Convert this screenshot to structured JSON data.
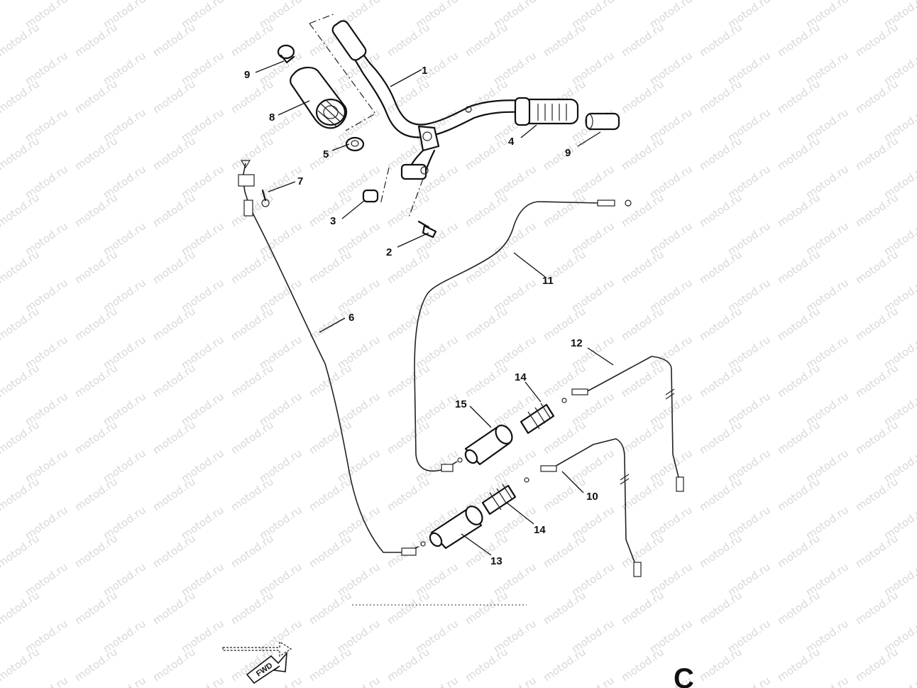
{
  "watermark": "motod.ru",
  "corner_label": "C",
  "fwd_label": "FWD",
  "callouts": [
    {
      "id": "c1",
      "text": "1"
    },
    {
      "id": "c2",
      "text": "2"
    },
    {
      "id": "c3",
      "text": "3"
    },
    {
      "id": "c4",
      "text": "4"
    },
    {
      "id": "c5",
      "text": "5"
    },
    {
      "id": "c6",
      "text": "6"
    },
    {
      "id": "c7",
      "text": "7"
    },
    {
      "id": "c8",
      "text": "8"
    },
    {
      "id": "c9a",
      "text": "9"
    },
    {
      "id": "c9b",
      "text": "9"
    },
    {
      "id": "c10",
      "text": "10"
    },
    {
      "id": "c11",
      "text": "11"
    },
    {
      "id": "c12",
      "text": "12"
    },
    {
      "id": "c13",
      "text": "13"
    },
    {
      "id": "c14a",
      "text": "14"
    },
    {
      "id": "c14b",
      "text": "14"
    },
    {
      "id": "c15",
      "text": "15"
    }
  ]
}
